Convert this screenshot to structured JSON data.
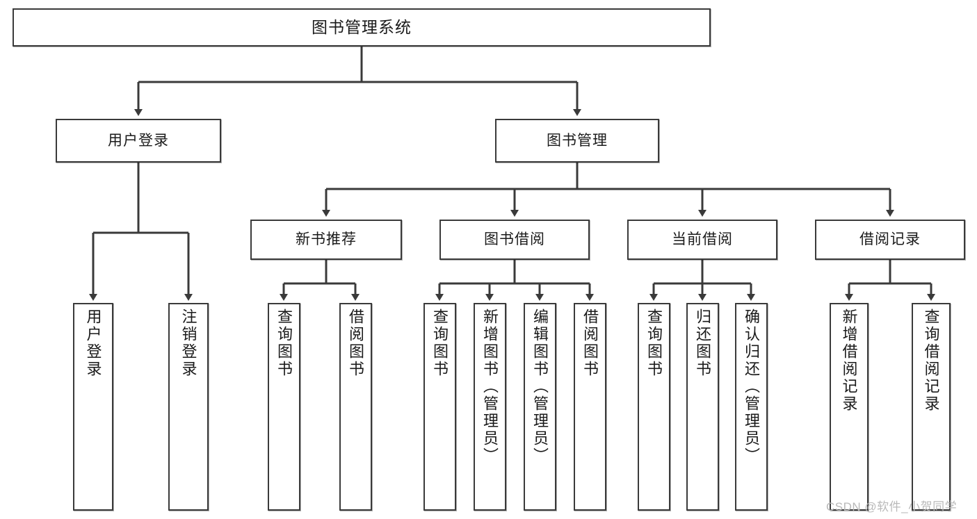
{
  "diagram": {
    "title": "图书管理系统",
    "type": "tree-hierarchy",
    "root": {
      "label": "图书管理系统"
    },
    "level1": [
      {
        "label": "用户登录"
      },
      {
        "label": "图书管理"
      }
    ],
    "level2": [
      {
        "label": "新书推荐"
      },
      {
        "label": "图书借阅"
      },
      {
        "label": "当前借阅"
      },
      {
        "label": "借阅记录"
      }
    ],
    "leaves": {
      "user_login": [
        {
          "label": "用户登录"
        },
        {
          "label": "注销登录"
        }
      ],
      "new_book_recommend": [
        {
          "label": "查询图书"
        },
        {
          "label": "借阅图书"
        }
      ],
      "book_borrow": [
        {
          "label": "查询图书"
        },
        {
          "label": "新增图书（管理员）"
        },
        {
          "label": "编辑图书（管理员）"
        },
        {
          "label": "借阅图书"
        }
      ],
      "current_borrow": [
        {
          "label": "查询图书"
        },
        {
          "label": "归还图书"
        },
        {
          "label": "确认归还（管理员）"
        }
      ],
      "borrow_record": [
        {
          "label": "新增借阅记录"
        },
        {
          "label": "查询借阅记录"
        }
      ]
    },
    "watermark": "CSDN @软件_小贺同学",
    "colors": {
      "stroke": "#3a3a3a",
      "background": "#ffffff",
      "text": "#1a1a1a",
      "watermark": "#b9b9b9"
    }
  }
}
